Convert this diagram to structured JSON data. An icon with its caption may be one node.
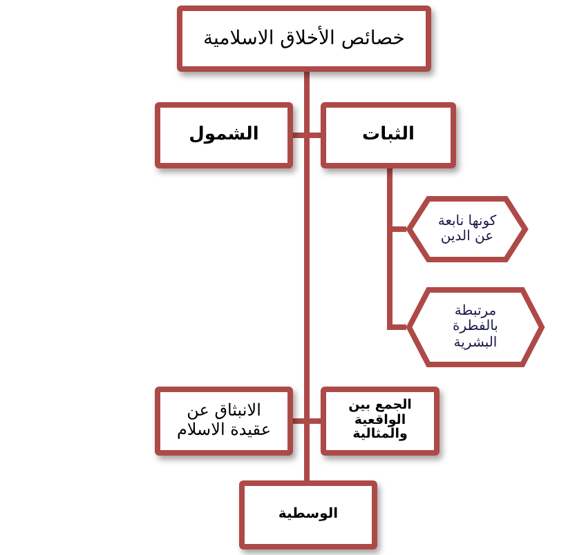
{
  "diagram": {
    "nodes": [
      {
        "text": [
          "خصائص الأخلاق الاسلامية"
        ]
      },
      {
        "text": [
          "الثبات"
        ]
      },
      {
        "text": [
          "الشمول"
        ]
      },
      {
        "text": [
          "كونها نابعة عن الدين"
        ]
      },
      {
        "text": [
          "مرتبطة بالفطرة البشرية"
        ]
      },
      {
        "text": [
          "الجمع بين الواقعية والمثالية"
        ]
      },
      {
        "text": [
          "الانبثاق عن عقيدة الاسلام"
        ]
      },
      {
        "text": [
          "الوسطية"
        ]
      }
    ],
    "edges": [
      {
        "from": 0,
        "to": 1,
        "arrow": "none"
      },
      {
        "from": 0,
        "to": 2,
        "arrow": "none"
      },
      {
        "from": 1,
        "to": 3,
        "arrow": "none"
      },
      {
        "from": 1,
        "to": 4,
        "arrow": "none"
      },
      {
        "from": 0,
        "to": 5,
        "arrow": "none"
      },
      {
        "from": 0,
        "to": 6,
        "arrow": "none"
      },
      {
        "from": 0,
        "to": 7,
        "arrow": "none"
      }
    ]
  }
}
